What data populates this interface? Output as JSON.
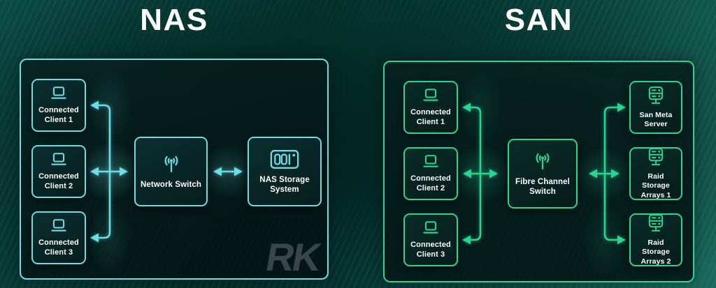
{
  "colors": {
    "title_text": "#ffffff",
    "node_label_text": "#ffffff",
    "watermark": "#3d4b4d"
  },
  "watermark": {
    "text": "RK"
  },
  "panels": [
    {
      "title": "NAS",
      "accent": "#6cdce5",
      "nodes": {
        "clients": [
          {
            "label": "Connected Client 1",
            "icon": "laptop-icon"
          },
          {
            "label": "Connected Client 2",
            "icon": "laptop-icon"
          },
          {
            "label": "Connected Client 3",
            "icon": "laptop-icon"
          }
        ],
        "switch": {
          "label": "Network Switch",
          "icon": "wireless-antenna-icon"
        },
        "storages": [
          {
            "label": "NAS Storage System",
            "icon": "nas-storage-icon"
          }
        ]
      }
    },
    {
      "title": "SAN",
      "accent": "#29d594",
      "nodes": {
        "clients": [
          {
            "label": "Connected Client 1",
            "icon": "laptop-icon"
          },
          {
            "label": "Connected Client 2",
            "icon": "laptop-icon"
          },
          {
            "label": "Connected Client 3",
            "icon": "laptop-icon"
          }
        ],
        "switch": {
          "label": "Fibre Channel Switch",
          "icon": "wireless-antenna-icon"
        },
        "storages": [
          {
            "label": "San Meta Server",
            "icon": "server-icon"
          },
          {
            "label": "Raid Storage Arrays 1",
            "icon": "server-icon"
          },
          {
            "label": "Raid Storage Arrays 2",
            "icon": "server-icon"
          }
        ]
      }
    }
  ]
}
